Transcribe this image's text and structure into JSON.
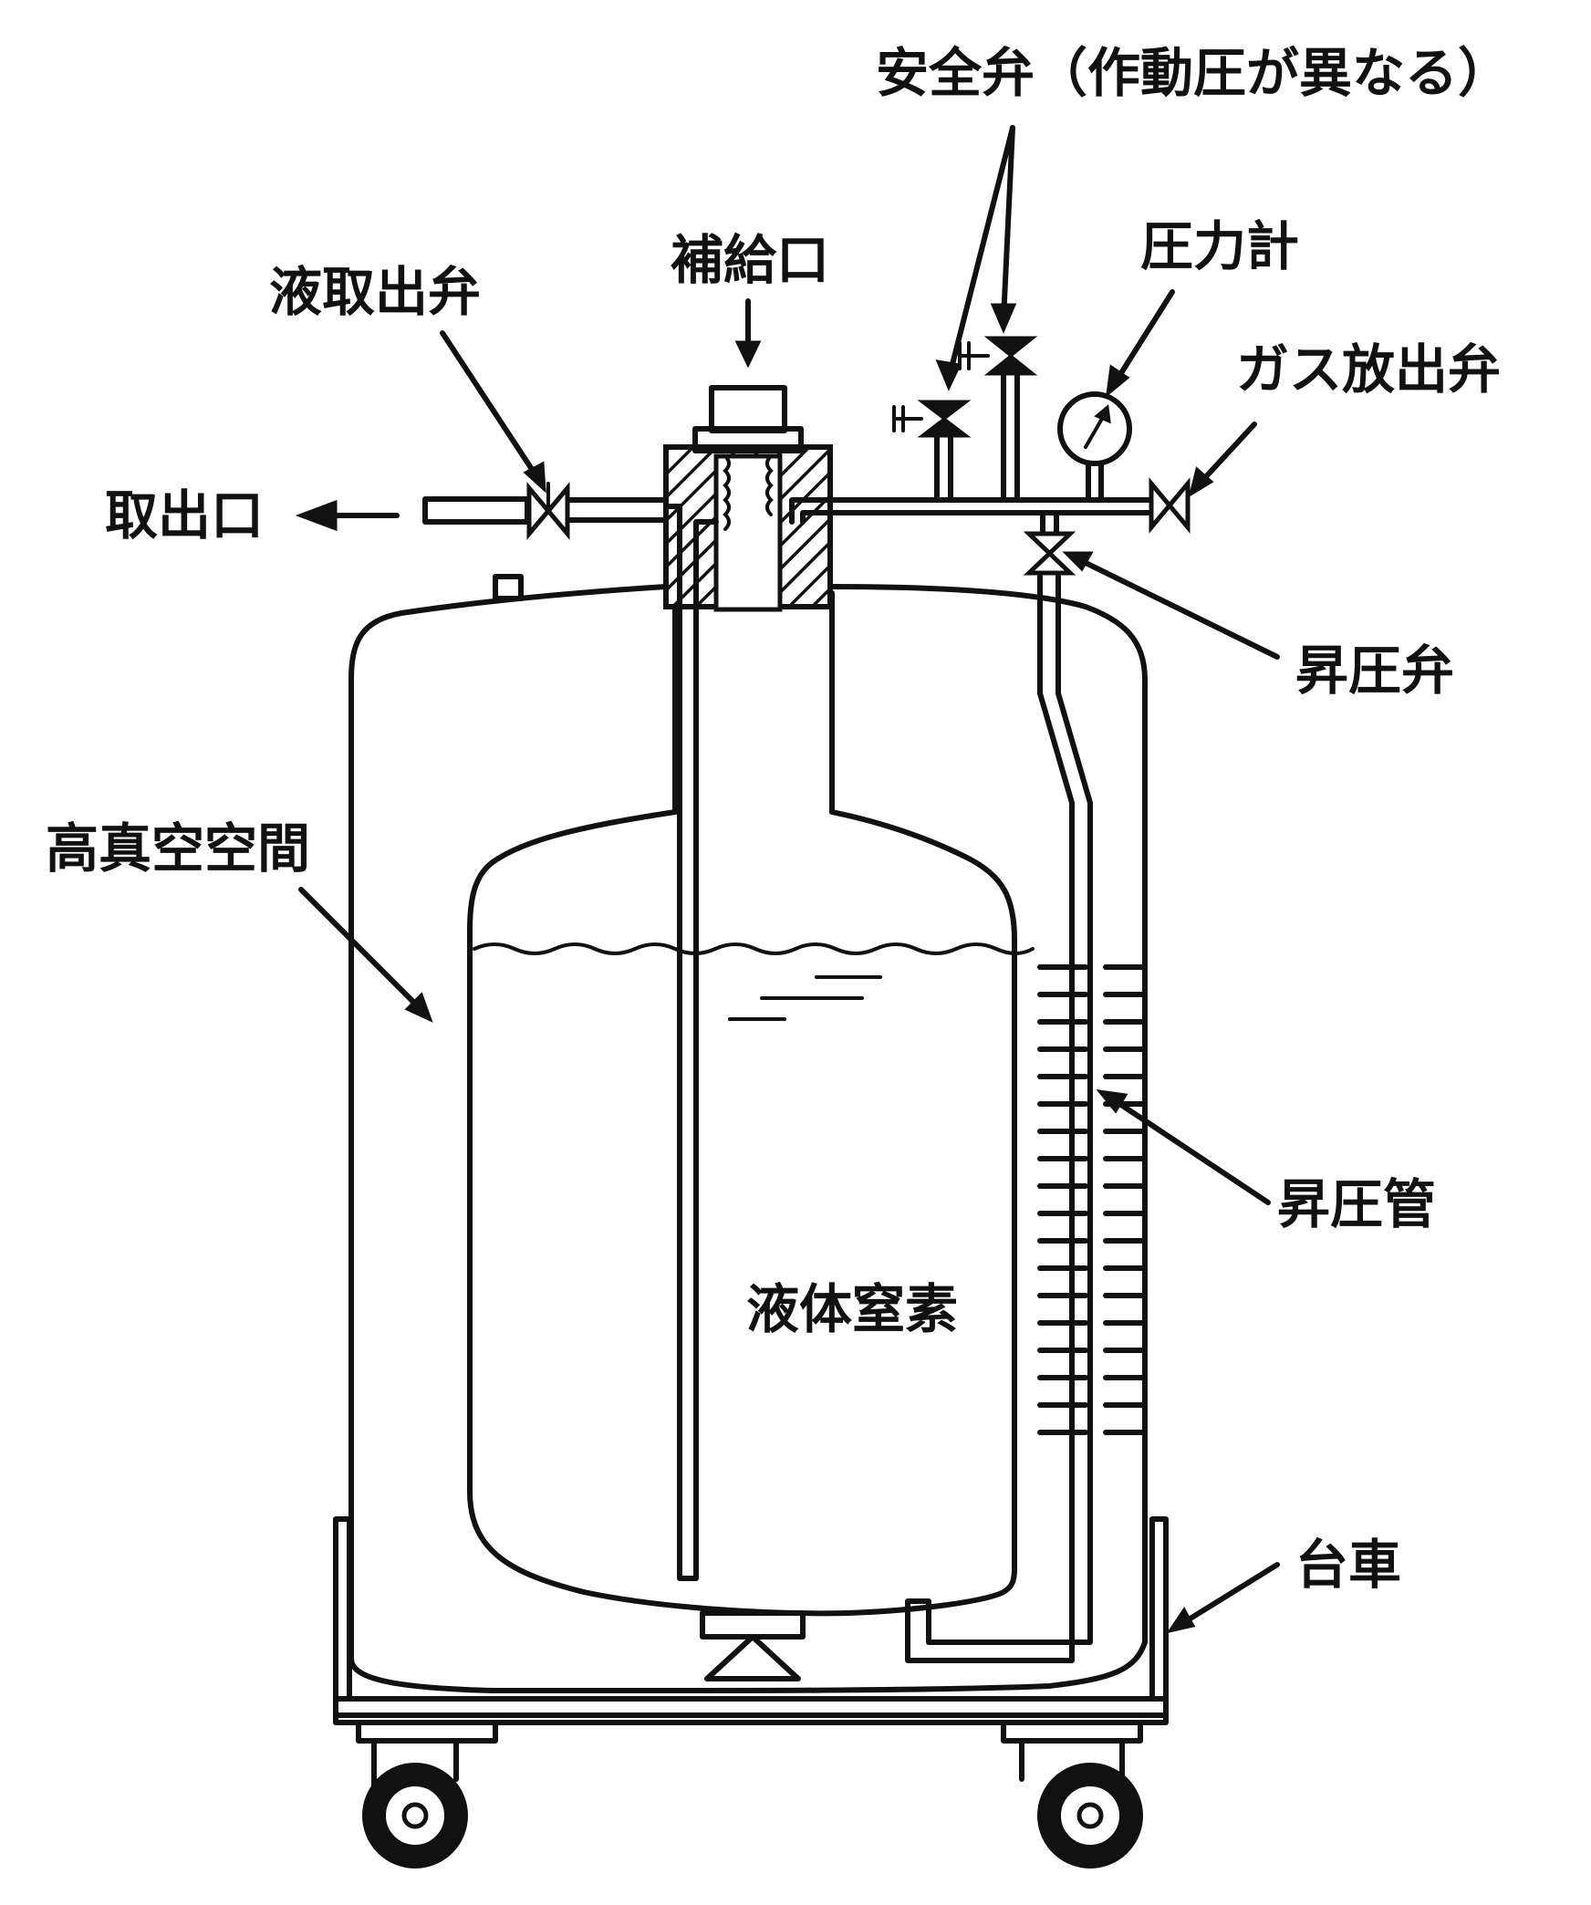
{
  "labels": {
    "safety_valve": "安全弁（作動圧が異なる）",
    "fill_port": "補給口",
    "liquid_valve": "液取出弁",
    "pressure_gauge": "圧力計",
    "gas_valve": "ガス放出弁",
    "outlet": "取出口",
    "boost_valve": "昇圧弁",
    "vacuum_space": "高真空空間",
    "liquid_nitrogen": "液体窒素",
    "boost_tube": "昇圧管",
    "cart": "台車"
  },
  "colors": {
    "ink": "#111111",
    "paper": "#ffffff"
  }
}
